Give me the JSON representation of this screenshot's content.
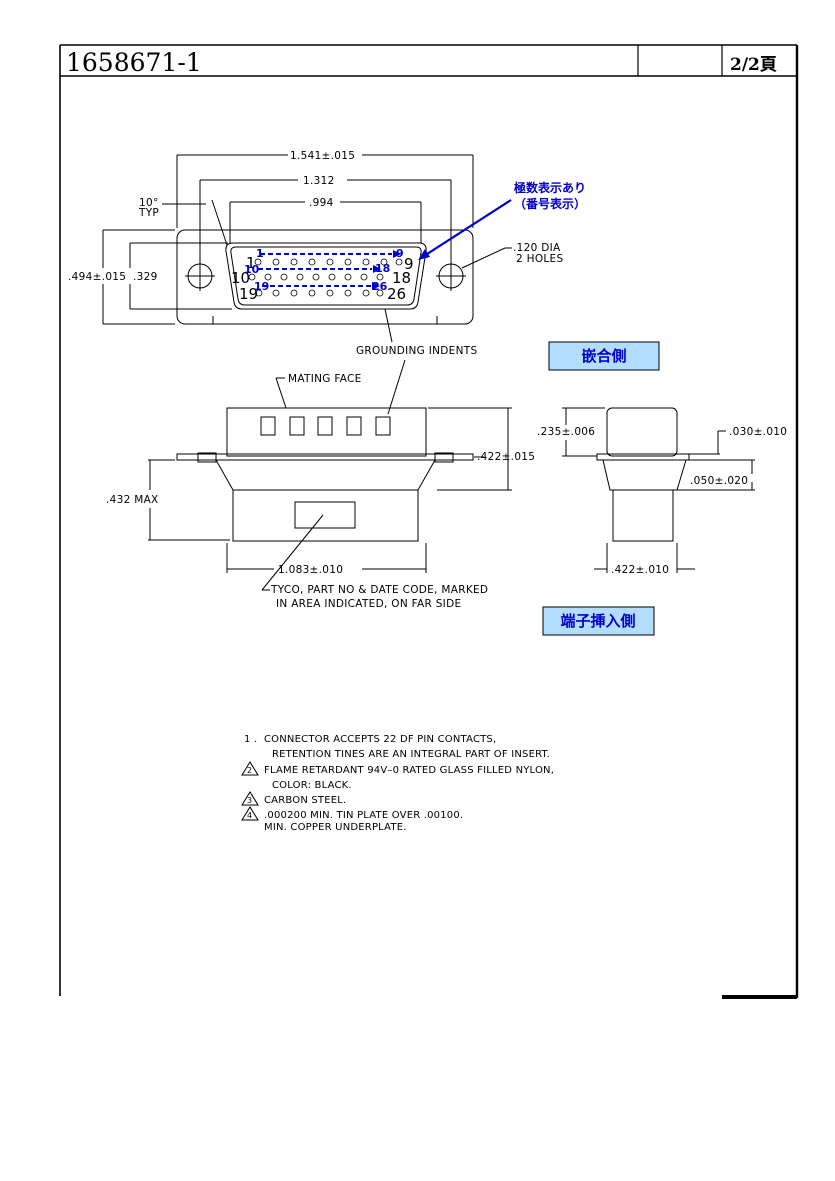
{
  "title_block": {
    "part_number": "1658671-1",
    "page": "2/2頁"
  },
  "front_view": {
    "dim_overall": "1.541±.015",
    "dim_mount": "1.312",
    "dim_shell": ".994",
    "angle_label": "10°",
    "angle_typ": "TYP",
    "height_overall": ".494±.015",
    "height_shell": ".329",
    "hole_label_1": ".120  DIA",
    "hole_label_2": "2  HOLES",
    "pins_top": [
      "1",
      "9"
    ],
    "pins_mid": [
      "10",
      "18"
    ],
    "pins_bot": [
      "19",
      "26"
    ],
    "blue_pins_top": [
      "1",
      "9"
    ],
    "blue_pins_mid": [
      "10",
      "18"
    ],
    "blue_pins_bot": [
      "19",
      "26"
    ],
    "annotation_line1": "極数表示あり",
    "annotation_line2": "（番号表示）",
    "grounding": "GROUNDING  INDENTS"
  },
  "labels": {
    "mating_side": "嵌合側",
    "terminal_side": "端子挿入側"
  },
  "side_view": {
    "mating_face": "MATING  FACE",
    "dim_flange": ".422±.015",
    "dim_max": ".432  MAX",
    "dim_width": "1.083±.010",
    "marking_line1": "TYCO,  PART  NO  &  DATE  CODE,  MARKED",
    "marking_line2": "IN  AREA  INDICATED,  ON  FAR  SIDE"
  },
  "end_view": {
    "dim_top": ".235±.006",
    "dim_flange": ".030±.010",
    "dim_step": ".050±.020",
    "dim_bottom": ".422±.010"
  },
  "notes": [
    {
      "num": "1 .",
      "lines": [
        "CONNECTOR  ACCEPTS  22  DF  PIN  CONTACTS,",
        "RETENTION  TINES  ARE  AN  INTEGRAL  PART  OF  INSERT."
      ]
    },
    {
      "num": "2",
      "lines": [
        "FLAME  RETARDANT  94V–0  RATED  GLASS  FILLED  NYLON,",
        "COLOR:  BLACK."
      ]
    },
    {
      "num": "3",
      "lines": [
        "CARBON  STEEL."
      ]
    },
    {
      "num": "4",
      "lines": [
        ".000200  MIN.  TIN  PLATE  OVER  .00100.",
        "MIN.  COPPER  UNDERPLATE."
      ]
    }
  ],
  "colors": {
    "line": "#000000",
    "annotation": "#0000cc",
    "label_box": "#b3ddff"
  }
}
